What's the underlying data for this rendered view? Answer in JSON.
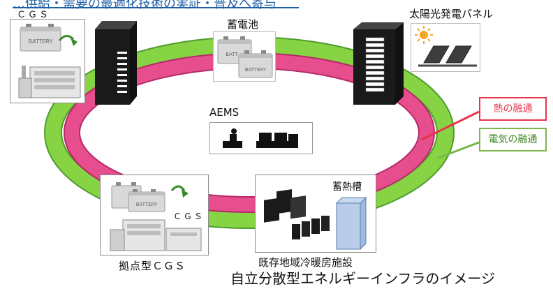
{
  "header": {
    "title": "…供給・需要の最適化技術の実証・普及へ寄与"
  },
  "nodes": {
    "cgs_top": {
      "label": "ＣＧＳ",
      "battery_text": "BATTERY"
    },
    "battery": {
      "label": "蓄電池",
      "battery_text_1": "BATT",
      "battery_text_2": "BATTERY"
    },
    "solar": {
      "label": "太陽光発電パネル"
    },
    "aems": {
      "label": "AEMS"
    },
    "cgs_hub": {
      "label": "拠点型ＣＧＳ",
      "inner_label": "ＣＧＳ",
      "battery_text": "BATTERY"
    },
    "district": {
      "label": "既存地域冷暖房施設",
      "tank_label": "蓄熱槽"
    }
  },
  "legend": {
    "heat": {
      "label": "熱の融通",
      "color": "#e8344a"
    },
    "electric": {
      "label": "電気の融通",
      "color": "#7ab648"
    }
  },
  "caption": "自立分散型エネルギーインフラのイメージ",
  "colors": {
    "pink_ring": "#e64e8e",
    "green_ring": "#86d443",
    "header_rule": "#1f5fa8"
  }
}
